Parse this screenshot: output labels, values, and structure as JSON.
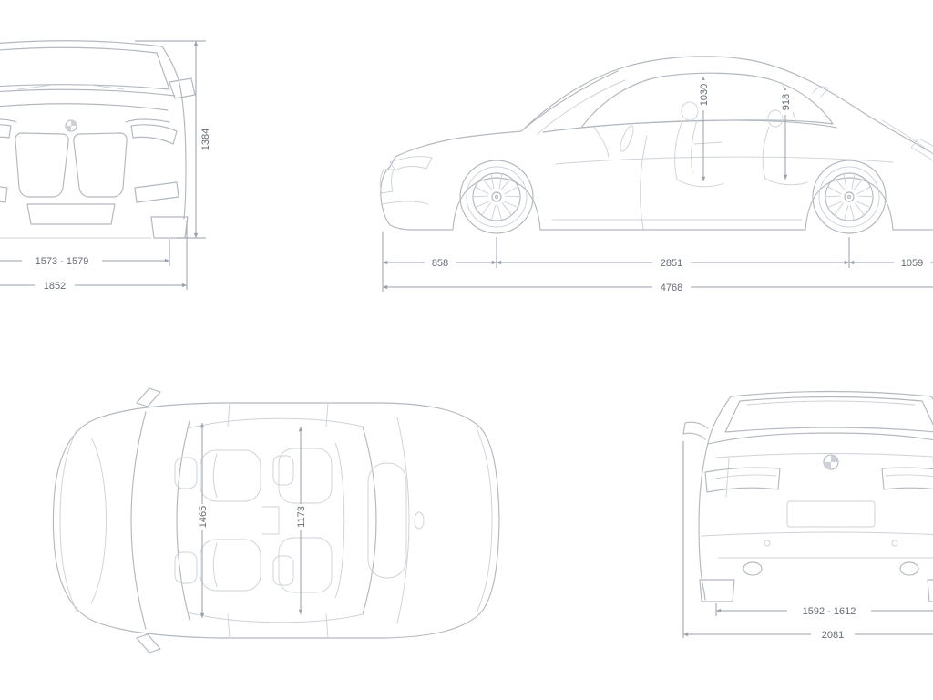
{
  "colors": {
    "bg": "#ffffff",
    "line": "#b3b8bf",
    "line-light": "#ced2d8",
    "grille-mesh": "#c9ccd1",
    "dim": "#9aa2ad",
    "text": "#656c77"
  },
  "views": {
    "front": {
      "height": "1384",
      "track_width": "1573 - 1579",
      "overall_width": "1852"
    },
    "side": {
      "front_headroom": "1030",
      "rear_headroom": "918",
      "front_overhang": "858",
      "wheelbase": "2851",
      "rear_overhang": "1059",
      "overall_length": "4768"
    },
    "top": {
      "front_interior_width": "1465",
      "rear_interior_width": "1173"
    },
    "rear": {
      "track_width": "1592 - 1612",
      "width_with_mirrors": "2081"
    }
  }
}
